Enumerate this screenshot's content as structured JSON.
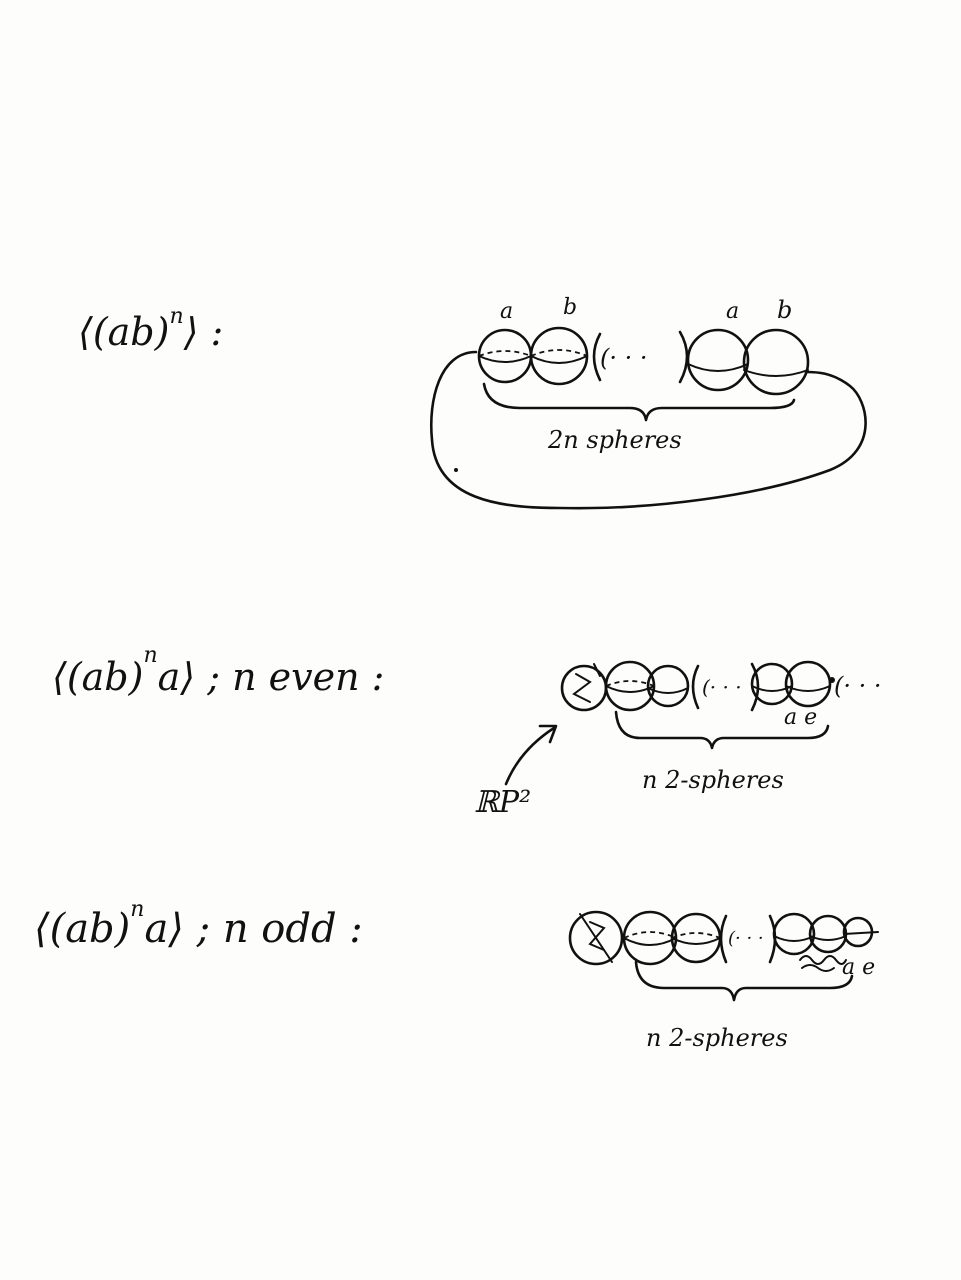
{
  "sections": [
    {
      "formula": {
        "prefix": "⟨(ab)",
        "exponent": "n",
        "suffix": "⟩ :"
      },
      "labels": {
        "top": [
          "a",
          "b",
          "a",
          "b"
        ],
        "dots": "(· · ·",
        "brace": "2n spheres"
      }
    },
    {
      "formula": {
        "prefix": "⟨(ab)",
        "exponent": "n",
        "suffix": "a⟩ ; n even :"
      },
      "labels": {
        "dots": "(· · ·",
        "trailing": "(· · ·",
        "bottom": "a e",
        "arrow": "ℝP²",
        "brace": "n 2-spheres"
      }
    },
    {
      "formula": {
        "prefix": "⟨(ab)",
        "exponent": "n",
        "suffix": "a⟩ ; n odd :"
      },
      "labels": {
        "dots": "(· · ·",
        "bottom": "a e",
        "brace": "n 2-spheres"
      }
    }
  ]
}
